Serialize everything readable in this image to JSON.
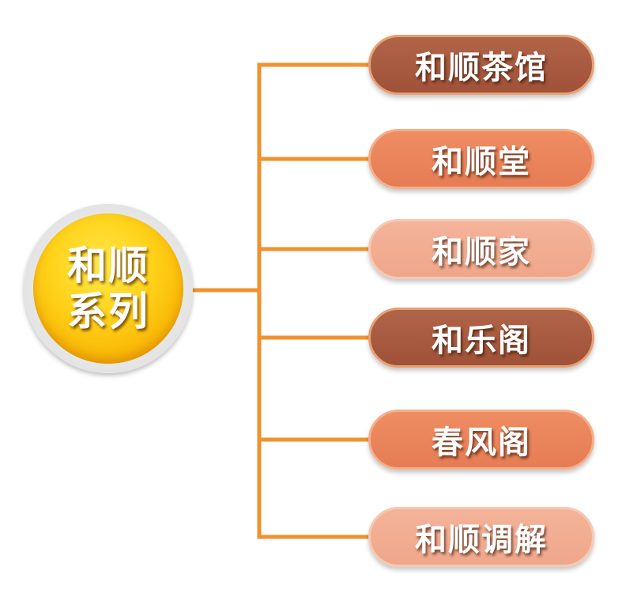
{
  "root": {
    "label": "和顺\n系列"
  },
  "items": [
    {
      "label": "和顺茶馆",
      "color": "#a8593d"
    },
    {
      "label": "和顺堂",
      "color": "#eb845b"
    },
    {
      "label": "和顺家",
      "color": "#f2ad92"
    },
    {
      "label": "和乐阁",
      "color": "#a8593d"
    },
    {
      "label": "春风阁",
      "color": "#eb845b"
    },
    {
      "label": "和顺调解",
      "color": "#f2ad92"
    }
  ],
  "colors": {
    "connector": "#f0922e",
    "root_fill": "#ffd21a"
  }
}
